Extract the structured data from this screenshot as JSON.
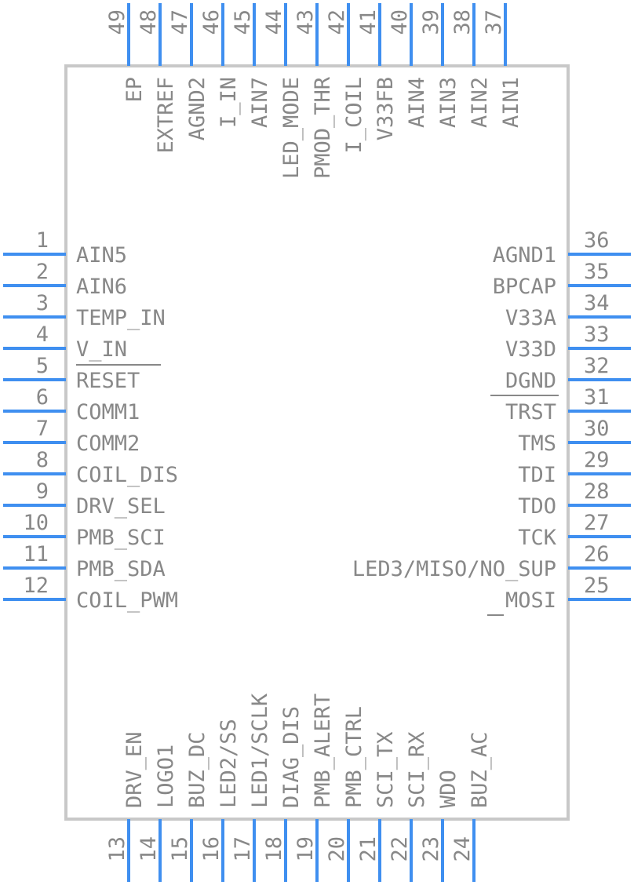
{
  "pins": {
    "left": [
      {
        "number": "1",
        "label": "AIN5"
      },
      {
        "number": "2",
        "label": "AIN6"
      },
      {
        "number": "3",
        "label": "TEMP_IN"
      },
      {
        "number": "4",
        "label": "V_IN"
      },
      {
        "number": "5",
        "label": "RESET"
      },
      {
        "number": "6",
        "label": "COMM1"
      },
      {
        "number": "7",
        "label": "COMM2"
      },
      {
        "number": "8",
        "label": "COIL_DIS"
      },
      {
        "number": "9",
        "label": "DRV_SEL"
      },
      {
        "number": "10",
        "label": "PMB_SCI"
      },
      {
        "number": "11",
        "label": "PMB_SDA"
      },
      {
        "number": "12",
        "label": "COIL_PWM"
      }
    ],
    "bottom": [
      {
        "number": "13",
        "label": "DRV_EN"
      },
      {
        "number": "14",
        "label": "LOGO1"
      },
      {
        "number": "15",
        "label": "BUZ_DC"
      },
      {
        "number": "16",
        "label": "LED2/SS"
      },
      {
        "number": "17",
        "label": "LED1/SCLK"
      },
      {
        "number": "18",
        "label": "DIAG_DIS"
      },
      {
        "number": "19",
        "label": "PMB_ALERT"
      },
      {
        "number": "20",
        "label": "PMB_CTRL"
      },
      {
        "number": "21",
        "label": "SCI_TX"
      },
      {
        "number": "22",
        "label": "SCI_RX"
      },
      {
        "number": "23",
        "label": "WDO"
      },
      {
        "number": "24",
        "label": "BUZ_AC"
      }
    ],
    "right": [
      {
        "number": "25",
        "label": "MOSI"
      },
      {
        "number": "26",
        "label": "LED3/MISO/NO_SUP"
      },
      {
        "number": "27",
        "label": "TCK"
      },
      {
        "number": "28",
        "label": "TDO"
      },
      {
        "number": "29",
        "label": "TDI"
      },
      {
        "number": "30",
        "label": "TMS"
      },
      {
        "number": "31",
        "label": "TRST"
      },
      {
        "number": "32",
        "label": "DGND"
      },
      {
        "number": "33",
        "label": "V33D"
      },
      {
        "number": "34",
        "label": "V33A"
      },
      {
        "number": "35",
        "label": "BPCAP"
      },
      {
        "number": "36",
        "label": "AGND1"
      }
    ],
    "top": [
      {
        "number": "37",
        "label": "AIN1"
      },
      {
        "number": "38",
        "label": "AIN2"
      },
      {
        "number": "39",
        "label": "AIN3"
      },
      {
        "number": "40",
        "label": "AIN4"
      },
      {
        "number": "41",
        "label": "V33FB"
      },
      {
        "number": "42",
        "label": "I_COIL"
      },
      {
        "number": "43",
        "label": "PMOD_THR"
      },
      {
        "number": "44",
        "label": "LED_MODE"
      },
      {
        "number": "45",
        "label": "AIN7"
      },
      {
        "number": "46",
        "label": "I_IN"
      },
      {
        "number": "47",
        "label": "AGND2"
      },
      {
        "number": "48",
        "label": "EXTREF"
      },
      {
        "number": "49",
        "label": "EP"
      }
    ]
  },
  "colors": {
    "pin_line": "#3f8ff0",
    "body_outline": "#c8c8c8",
    "text": "#888888"
  }
}
